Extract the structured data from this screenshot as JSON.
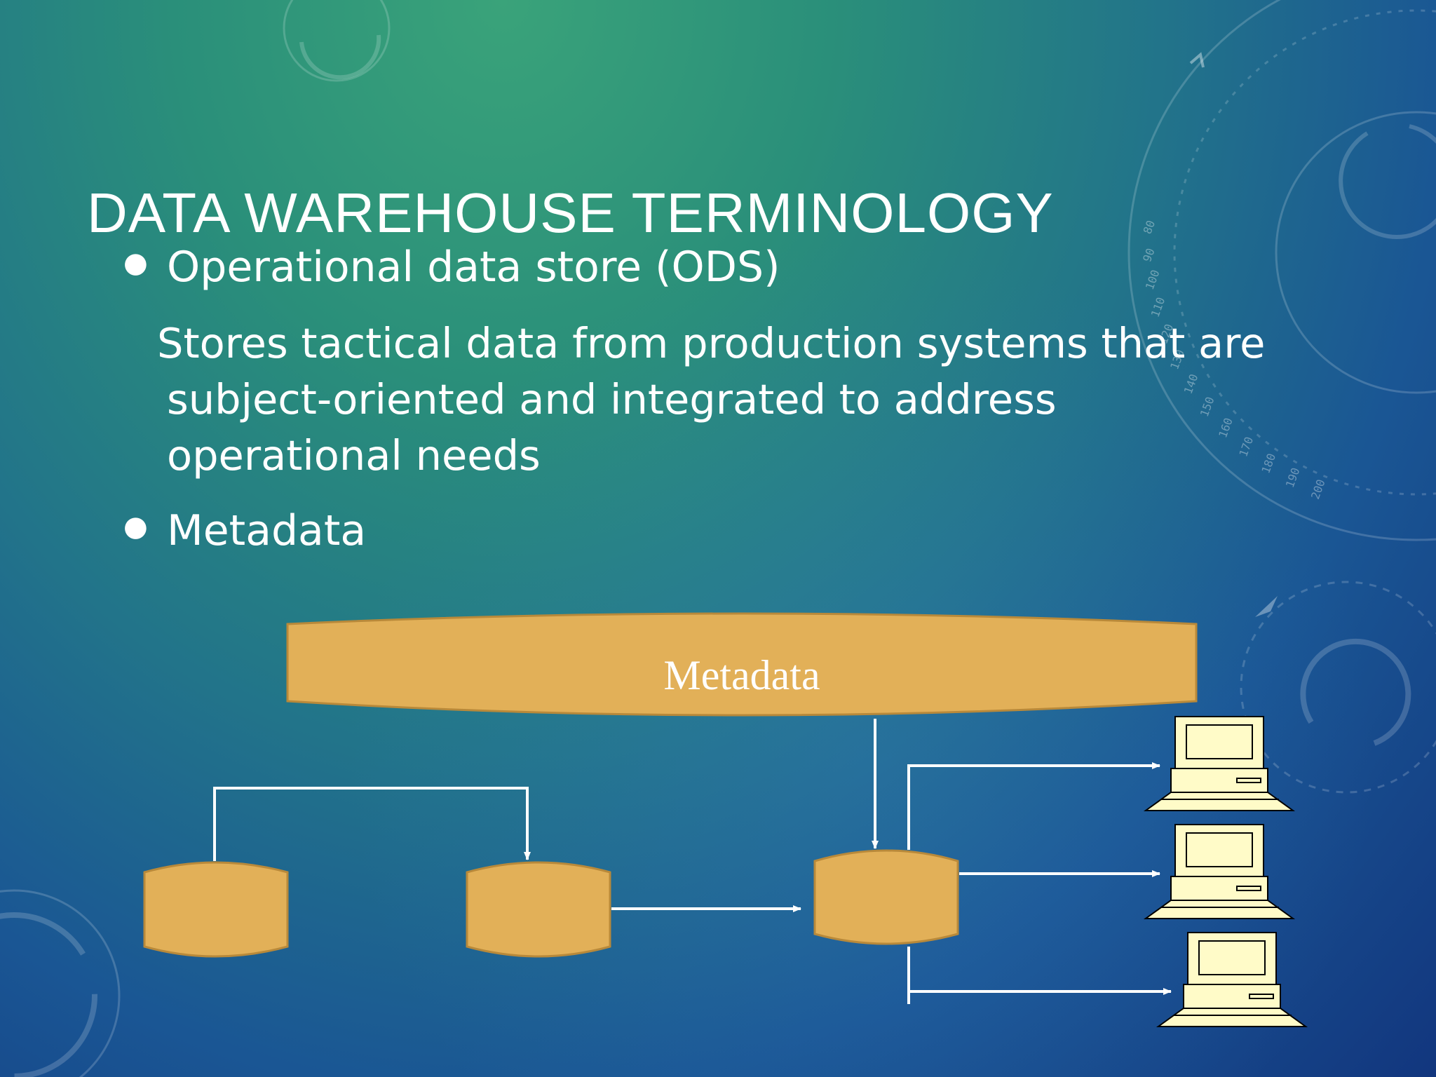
{
  "slide": {
    "title": "DATA WAREHOUSE TERMINOLOGY",
    "bullets": [
      {
        "label": "Operational data store (ODS)",
        "description_lines": [
          "Stores tactical data from production systems that are",
          "subject-oriented and integrated to address",
          "operational needs"
        ]
      },
      {
        "label": "Metadata"
      }
    ]
  },
  "diagram": {
    "metadata_label": "Metadata",
    "colors": {
      "shape_fill": "#e2b058",
      "shape_stroke": "#b8893a",
      "arrow": "#ffffff",
      "computer_fill": "#fffbc8",
      "computer_stroke": "#000000"
    }
  },
  "decoration": {
    "dial_labels": [
      "200",
      "190",
      "180",
      "170",
      "160",
      "150",
      "140",
      "130",
      "120",
      "110",
      "100",
      "90",
      "80"
    ]
  }
}
